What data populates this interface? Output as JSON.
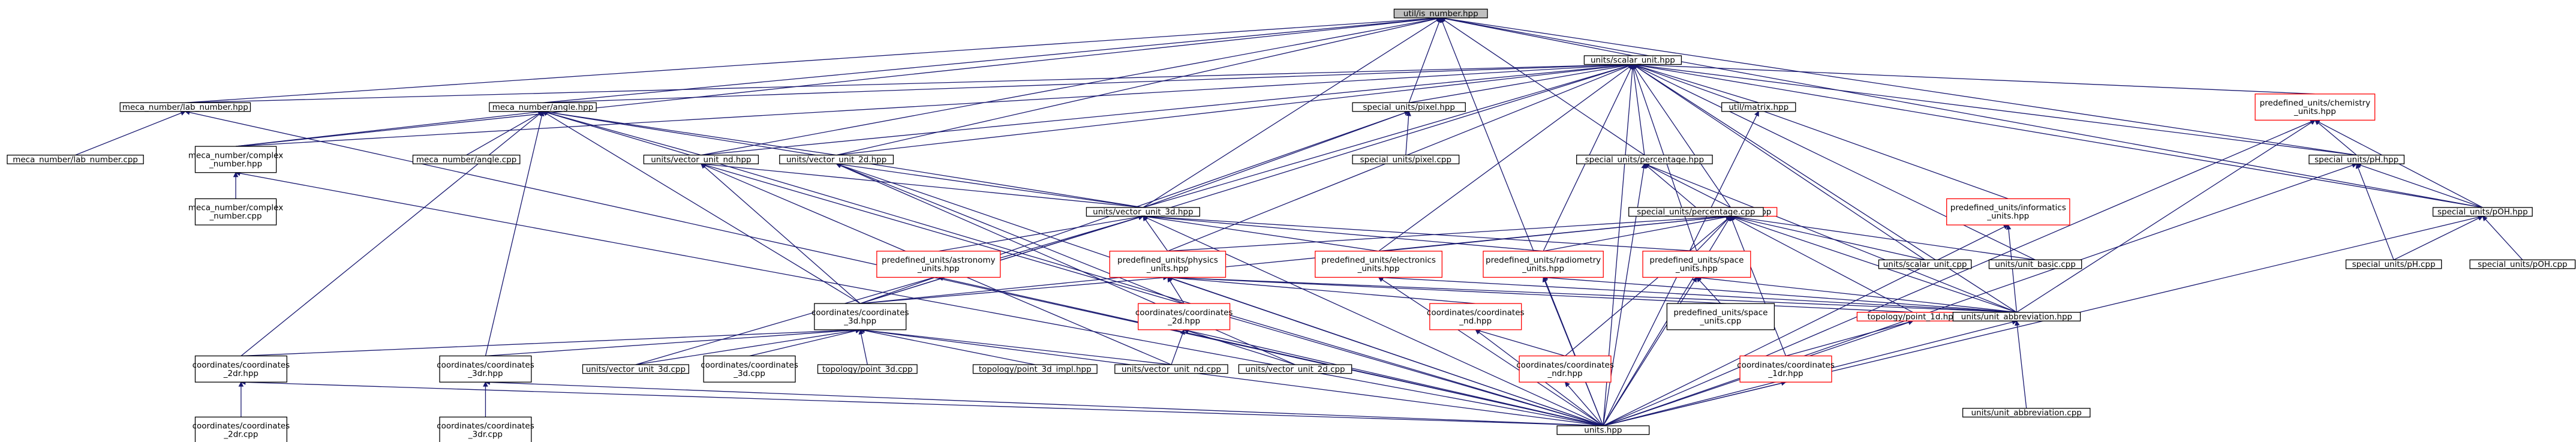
{
  "graph": {
    "nodes": [
      {
        "id": "root",
        "lines": [
          "util/is_number.hpp"
        ],
        "style": "root"
      },
      {
        "id": "scalar",
        "lines": [
          "units/scalar_unit.hpp"
        ],
        "style": "normal"
      },
      {
        "id": "labnum",
        "lines": [
          "meca_number/lab_number.hpp"
        ],
        "style": "normal"
      },
      {
        "id": "angle",
        "lines": [
          "meca_number/angle.hpp"
        ],
        "style": "normal"
      },
      {
        "id": "pixel",
        "lines": [
          "special_units/pixel.hpp"
        ],
        "style": "normal"
      },
      {
        "id": "matrix",
        "lines": [
          "util/matrix.hpp"
        ],
        "style": "normal"
      },
      {
        "id": "chem",
        "lines": [
          "predefined_units/chemistry",
          "_units.hpp"
        ],
        "style": "red"
      },
      {
        "id": "labnumcpp",
        "lines": [
          "meca_number/lab_number.cpp"
        ],
        "style": "normal"
      },
      {
        "id": "complexhpp",
        "lines": [
          "meca_number/complex",
          "_number.hpp"
        ],
        "style": "normal"
      },
      {
        "id": "anglecpp",
        "lines": [
          "meca_number/angle.cpp"
        ],
        "style": "normal"
      },
      {
        "id": "vnd",
        "lines": [
          "units/vector_unit_nd.hpp"
        ],
        "style": "normal"
      },
      {
        "id": "v2d",
        "lines": [
          "units/vector_unit_2d.hpp"
        ],
        "style": "normal"
      },
      {
        "id": "pixelcpp",
        "lines": [
          "special_units/pixel.cpp"
        ],
        "style": "normal"
      },
      {
        "id": "perc",
        "lines": [
          "special_units/percentage.hpp"
        ],
        "style": "normal"
      },
      {
        "id": "ph",
        "lines": [
          "special_units/pH.hpp"
        ],
        "style": "normal"
      },
      {
        "id": "complexcpp",
        "lines": [
          "meca_number/complex",
          "_number.cpp"
        ],
        "style": "normal"
      },
      {
        "id": "v3d",
        "lines": [
          "units/vector_unit_3d.hpp"
        ],
        "style": "normal"
      },
      {
        "id": "info",
        "lines": [
          "predefined_units/informatics",
          "_units.hpp"
        ],
        "style": "red"
      },
      {
        "id": "basic",
        "lines": [
          "units/unit_basic.hpp"
        ],
        "style": "red"
      },
      {
        "id": "perccpp",
        "lines": [
          "special_units/percentage.cpp"
        ],
        "style": "normal"
      },
      {
        "id": "poh",
        "lines": [
          "special_units/pOH.hpp"
        ],
        "style": "normal"
      },
      {
        "id": "astro",
        "lines": [
          "predefined_units/astronomy",
          "_units.hpp"
        ],
        "style": "red"
      },
      {
        "id": "phys",
        "lines": [
          "predefined_units/physics",
          "_units.hpp"
        ],
        "style": "red"
      },
      {
        "id": "elec",
        "lines": [
          "predefined_units/electronics",
          "_units.hpp"
        ],
        "style": "red"
      },
      {
        "id": "radio",
        "lines": [
          "predefined_units/radiometry",
          "_units.hpp"
        ],
        "style": "red"
      },
      {
        "id": "space",
        "lines": [
          "predefined_units/space",
          "_units.hpp"
        ],
        "style": "red"
      },
      {
        "id": "scalarcpp",
        "lines": [
          "units/scalar_unit.cpp"
        ],
        "style": "normal"
      },
      {
        "id": "basiccpp",
        "lines": [
          "units/unit_basic.cpp"
        ],
        "style": "normal"
      },
      {
        "id": "phcpp",
        "lines": [
          "special_units/pH.cpp"
        ],
        "style": "normal"
      },
      {
        "id": "pohcpp",
        "lines": [
          "special_units/pOH.cpp"
        ],
        "style": "normal"
      },
      {
        "id": "c3d",
        "lines": [
          "coordinates/coordinates",
          "_3d.hpp"
        ],
        "style": "normal"
      },
      {
        "id": "c2d",
        "lines": [
          "coordinates/coordinates",
          "_2d.hpp"
        ],
        "style": "red"
      },
      {
        "id": "cnd",
        "lines": [
          "coordinates/coordinates",
          "_nd.hpp"
        ],
        "style": "red"
      },
      {
        "id": "spacecpp",
        "lines": [
          "predefined_units/space",
          "_units.cpp"
        ],
        "style": "normal"
      },
      {
        "id": "p1d",
        "lines": [
          "topology/point_1d.hpp"
        ],
        "style": "red"
      },
      {
        "id": "abbr",
        "lines": [
          "units/unit_abbreviation.hpp"
        ],
        "style": "normal"
      },
      {
        "id": "c2dr",
        "lines": [
          "coordinates/coordinates",
          "_2dr.hpp"
        ],
        "style": "normal"
      },
      {
        "id": "c3dr",
        "lines": [
          "coordinates/coordinates",
          "_3dr.hpp"
        ],
        "style": "normal"
      },
      {
        "id": "v3dcpp",
        "lines": [
          "units/vector_unit_3d.cpp"
        ],
        "style": "normal"
      },
      {
        "id": "c3dcpp",
        "lines": [
          "coordinates/coordinates",
          "_3d.cpp"
        ],
        "style": "normal"
      },
      {
        "id": "p3dcpp",
        "lines": [
          "topology/point_3d.cpp"
        ],
        "style": "normal"
      },
      {
        "id": "p3dimpl",
        "lines": [
          "topology/point_3d_impl.hpp"
        ],
        "style": "normal"
      },
      {
        "id": "vndcpp",
        "lines": [
          "units/vector_unit_nd.cpp"
        ],
        "style": "normal"
      },
      {
        "id": "v2dcpp",
        "lines": [
          "units/vector_unit_2d.cpp"
        ],
        "style": "normal"
      },
      {
        "id": "cndr",
        "lines": [
          "coordinates/coordinates",
          "_ndr.hpp"
        ],
        "style": "red"
      },
      {
        "id": "c1dr",
        "lines": [
          "coordinates/coordinates",
          "_1dr.hpp"
        ],
        "style": "red"
      },
      {
        "id": "abbrcpp",
        "lines": [
          "units/unit_abbreviation.cpp"
        ],
        "style": "normal"
      },
      {
        "id": "c2drcpp",
        "lines": [
          "coordinates/coordinates",
          "_2dr.cpp"
        ],
        "style": "normal"
      },
      {
        "id": "c3drcpp",
        "lines": [
          "coordinates/coordinates",
          "_3dr.cpp"
        ],
        "style": "normal"
      },
      {
        "id": "units",
        "lines": [
          "units.hpp"
        ],
        "style": "normal"
      }
    ],
    "edges": [
      [
        "scalar",
        "root"
      ],
      [
        "labnum",
        "root"
      ],
      [
        "angle",
        "root"
      ],
      [
        "pixel",
        "root"
      ],
      [
        "complexhpp",
        "root"
      ],
      [
        "vnd",
        "root"
      ],
      [
        "v2d",
        "root"
      ],
      [
        "v3d",
        "root"
      ],
      [
        "perc",
        "root"
      ],
      [
        "ph",
        "root"
      ],
      [
        "poh",
        "root"
      ],
      [
        "units",
        "root"
      ],
      [
        "labnum",
        "scalar"
      ],
      [
        "angle",
        "scalar"
      ],
      [
        "pixel",
        "scalar"
      ],
      [
        "matrix",
        "scalar"
      ],
      [
        "chem",
        "scalar"
      ],
      [
        "complexhpp",
        "scalar"
      ],
      [
        "vnd",
        "scalar"
      ],
      [
        "v2d",
        "scalar"
      ],
      [
        "perc",
        "scalar"
      ],
      [
        "ph",
        "scalar"
      ],
      [
        "v3d",
        "scalar"
      ],
      [
        "info",
        "scalar"
      ],
      [
        "basic",
        "scalar"
      ],
      [
        "poh",
        "scalar"
      ],
      [
        "phys",
        "scalar"
      ],
      [
        "elec",
        "scalar"
      ],
      [
        "radio",
        "scalar"
      ],
      [
        "space",
        "scalar"
      ],
      [
        "scalarcpp",
        "scalar"
      ],
      [
        "basiccpp",
        "scalar"
      ],
      [
        "abbr",
        "scalar"
      ],
      [
        "units",
        "scalar"
      ],
      [
        "c3d",
        "scalar"
      ],
      [
        "labnumcpp",
        "labnum"
      ],
      [
        "units",
        "labnum"
      ],
      [
        "complexhpp",
        "angle"
      ],
      [
        "anglecpp",
        "angle"
      ],
      [
        "vnd",
        "angle"
      ],
      [
        "v2d",
        "angle"
      ],
      [
        "v3d",
        "angle"
      ],
      [
        "c2dr",
        "angle"
      ],
      [
        "c3dr",
        "angle"
      ],
      [
        "c3d",
        "angle"
      ],
      [
        "units",
        "angle"
      ],
      [
        "complexcpp",
        "complexhpp"
      ],
      [
        "units",
        "complexhpp"
      ],
      [
        "pixelcpp",
        "pixel"
      ],
      [
        "c3d",
        "pixel"
      ],
      [
        "v3d",
        "pixel"
      ],
      [
        "units",
        "matrix"
      ],
      [
        "ph",
        "chem"
      ],
      [
        "poh",
        "chem"
      ],
      [
        "abbr",
        "chem"
      ],
      [
        "units",
        "chem"
      ],
      [
        "v3d",
        "vnd"
      ],
      [
        "c3d",
        "vnd"
      ],
      [
        "vndcpp",
        "vnd"
      ],
      [
        "units",
        "vnd"
      ],
      [
        "v3d",
        "v2d"
      ],
      [
        "c2d",
        "v2d"
      ],
      [
        "v2dcpp",
        "v2d"
      ],
      [
        "units",
        "v2d"
      ],
      [
        "perccpp",
        "perc"
      ],
      [
        "basic",
        "perc"
      ],
      [
        "abbr",
        "perc"
      ],
      [
        "units",
        "perc"
      ],
      [
        "poh",
        "ph"
      ],
      [
        "phcpp",
        "ph"
      ],
      [
        "units",
        "ph"
      ],
      [
        "pohcpp",
        "poh"
      ],
      [
        "phcpp",
        "poh"
      ],
      [
        "units",
        "poh"
      ],
      [
        "astro",
        "v3d"
      ],
      [
        "phys",
        "v3d"
      ],
      [
        "elec",
        "v3d"
      ],
      [
        "radio",
        "v3d"
      ],
      [
        "space",
        "v3d"
      ],
      [
        "c3d",
        "v3d"
      ],
      [
        "v3dcpp",
        "v3d"
      ],
      [
        "units",
        "v3d"
      ],
      [
        "abbr",
        "info"
      ],
      [
        "units",
        "info"
      ],
      [
        "scalarcpp",
        "basic"
      ],
      [
        "basiccpp",
        "basic"
      ],
      [
        "phys",
        "basic"
      ],
      [
        "elec",
        "basic"
      ],
      [
        "radio",
        "basic"
      ],
      [
        "space",
        "basic"
      ],
      [
        "c3d",
        "basic"
      ],
      [
        "p1d",
        "basic"
      ],
      [
        "abbr",
        "basic"
      ],
      [
        "cndr",
        "basic"
      ],
      [
        "c1dr",
        "basic"
      ],
      [
        "units",
        "basic"
      ],
      [
        "units",
        "astro"
      ],
      [
        "c3d",
        "phys"
      ],
      [
        "c2d",
        "phys"
      ],
      [
        "cnd",
        "phys"
      ],
      [
        "p1d",
        "phys"
      ],
      [
        "abbr",
        "phys"
      ],
      [
        "units",
        "phys"
      ],
      [
        "abbr",
        "elec"
      ],
      [
        "units",
        "elec"
      ],
      [
        "abbr",
        "radio"
      ],
      [
        "units",
        "radio"
      ],
      [
        "spacecpp",
        "space"
      ],
      [
        "abbr",
        "space"
      ],
      [
        "units",
        "space"
      ],
      [
        "c2dr",
        "c3d"
      ],
      [
        "c3dr",
        "c3d"
      ],
      [
        "v3dcpp",
        "c3d"
      ],
      [
        "c3dcpp",
        "c3d"
      ],
      [
        "p3dcpp",
        "c3d"
      ],
      [
        "p3dimpl",
        "c3d"
      ],
      [
        "vndcpp",
        "c3d"
      ],
      [
        "units",
        "c3d"
      ],
      [
        "vndcpp",
        "c2d"
      ],
      [
        "v2dcpp",
        "c2d"
      ],
      [
        "units",
        "c2d"
      ],
      [
        "cndr",
        "cnd"
      ],
      [
        "units",
        "cnd"
      ],
      [
        "c1dr",
        "p1d"
      ],
      [
        "units",
        "p1d"
      ],
      [
        "abbrcpp",
        "abbr"
      ],
      [
        "units",
        "abbr"
      ],
      [
        "c2drcpp",
        "c2dr"
      ],
      [
        "units",
        "c2dr"
      ],
      [
        "c3drcpp",
        "c3dr"
      ],
      [
        "units",
        "c3dr"
      ],
      [
        "units",
        "cndr"
      ],
      [
        "units",
        "c1dr"
      ]
    ]
  },
  "colors": {
    "edge": "#191970",
    "root_fill": "#bfbfbf",
    "node_border": "#000000",
    "incomplete_border": "#ff0000"
  }
}
